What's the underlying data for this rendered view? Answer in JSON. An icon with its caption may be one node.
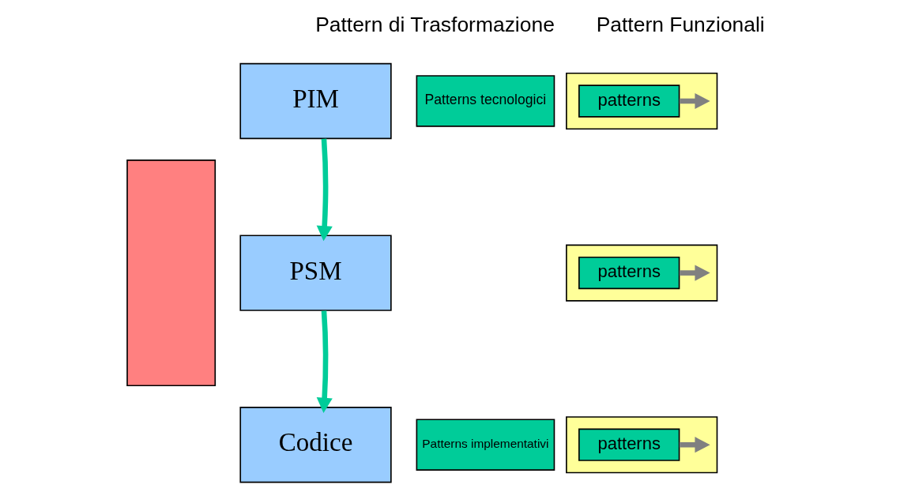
{
  "diagram": {
    "nodes": [
      {
        "text": [],
        "shape": "box"
      },
      {
        "text": [
          "Patterns tecnologici"
        ]
      },
      {
        "text": [
          "Patterns implementativi"
        ]
      },
      {
        "text": [
          "PIM"
        ]
      },
      {
        "text": [
          "PSM"
        ]
      },
      {
        "text": [
          "Codice"
        ]
      },
      {
        "text": [],
        "shape": "box"
      },
      {
        "text": [
          "patterns"
        ],
        "in": 6
      },
      {
        "text": [],
        "shape": "box"
      },
      {
        "text": [
          "patterns"
        ],
        "in": 8
      },
      {
        "text": [],
        "shape": "box"
      },
      {
        "text": [
          "patterns"
        ],
        "in": 10
      }
    ],
    "edges": [
      {
        "from": 3,
        "to": 4,
        "arrow": "to",
        "color": "#00cc99"
      },
      {
        "from": 4,
        "to": 5,
        "arrow": "to",
        "color": "#00cc99"
      },
      {
        "from": 7,
        "to": null,
        "arrow": "to"
      },
      {
        "from": 9,
        "to": null,
        "arrow": "to"
      },
      {
        "from": 11,
        "to": null,
        "arrow": "to"
      }
    ],
    "labels": [
      "Pattern di Trasformazione",
      "Pattern Funzionali"
    ]
  }
}
